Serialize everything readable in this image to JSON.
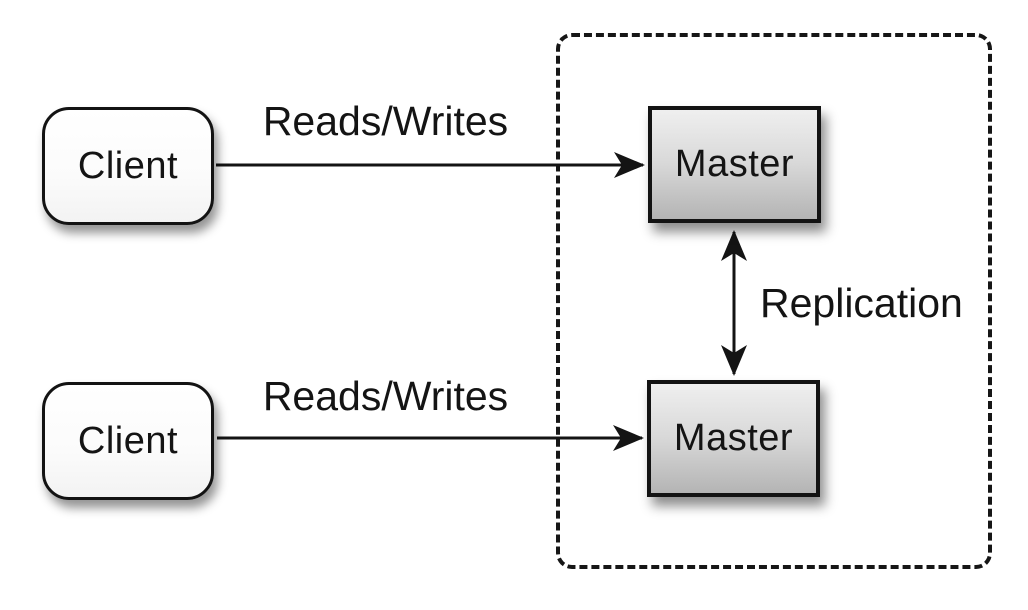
{
  "diagram": {
    "type": "architecture-diagram",
    "topic": "master-master replication",
    "background_color": "#ffffff",
    "stroke_color": "#161616",
    "master_fill_top": "#efefef",
    "master_fill_bottom": "#b4b4b4",
    "client_fill": "#ffffff",
    "nodes": {
      "client_top": {
        "label": "Client",
        "shape": "rounded-rectangle"
      },
      "client_bottom": {
        "label": "Client",
        "shape": "rounded-rectangle"
      },
      "master_top": {
        "label": "Master",
        "shape": "rectangle"
      },
      "master_bottom": {
        "label": "Master",
        "shape": "rectangle"
      }
    },
    "groups": {
      "replication_group": {
        "border_style": "dashed",
        "contains": [
          "master_top",
          "master_bottom"
        ]
      }
    },
    "edges": {
      "reads_writes_top": {
        "label": "Reads/Writes",
        "from": "client_top",
        "to": "master_top",
        "direction": "one-way"
      },
      "reads_writes_bottom": {
        "label": "Reads/Writes",
        "from": "client_bottom",
        "to": "master_bottom",
        "direction": "one-way"
      },
      "replication": {
        "label": "Replication",
        "from": "master_top",
        "to": "master_bottom",
        "direction": "two-way"
      }
    }
  }
}
